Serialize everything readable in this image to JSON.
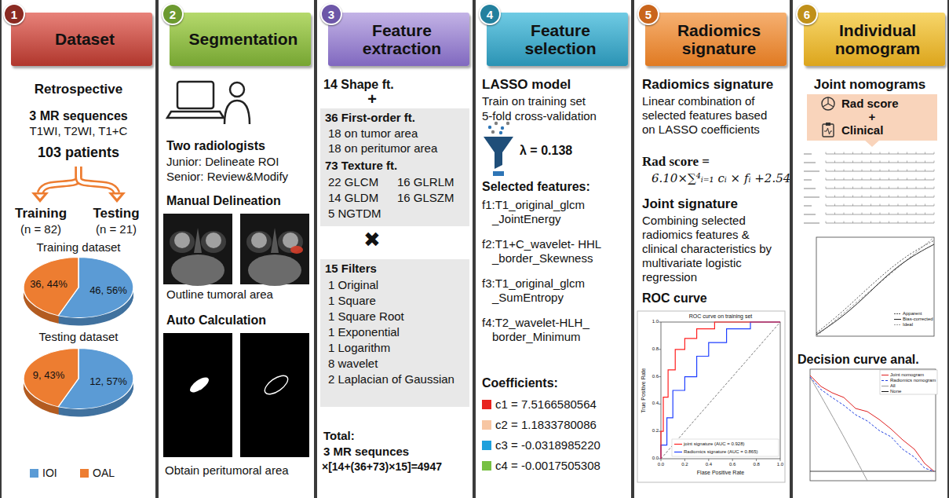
{
  "diagram": {
    "nodes": [
      {
        "text": [
          "1"
        ]
      },
      {
        "text": [
          "Dataset"
        ]
      },
      {
        "text": [
          "2"
        ]
      },
      {
        "text": [
          "Segmentation"
        ]
      },
      {
        "text": [
          "3"
        ]
      },
      {
        "text": [
          "Feature extraction"
        ]
      },
      {
        "text": [
          "4"
        ]
      },
      {
        "text": [
          "Feature selection"
        ]
      },
      {
        "text": [
          "5"
        ]
      },
      {
        "text": [
          "Radiomics signature"
        ]
      },
      {
        "text": [
          "6"
        ]
      },
      {
        "text": [
          "Individual nomogram"
        ]
      },
      {
        "text": [
          "36 First-order ft.",
          "18 on tumor area",
          "18 on peritumor area",
          "73 Texture ft.",
          "22 GLCM",
          "16 GLRLM",
          "14 GLDM",
          "16 GLSZM",
          "5 NGTDM"
        ]
      },
      {
        "text": [
          "15 Filters",
          "1 Original",
          "1 Square",
          "1 Square Root",
          "1 Exponential",
          "1 Logarithm",
          "8 wavelet",
          "2 Laplacian of Gaussian"
        ]
      },
      {
        "text": [
          "Rad score",
          "+",
          "Clinical"
        ]
      }
    ],
    "labels": [
      "Retrospective",
      "3 MR sequences",
      "T1WI, T2WI, T1+C",
      "103 patients",
      "Training",
      "(n = 82)",
      "Testing",
      "(n = 21)",
      "Training dataset",
      "36, 44%",
      "46, 56%",
      "Testing dataset",
      "9, 43%",
      "12, 57%",
      "Two radiologists",
      "Junior: Delineate ROI",
      "Senior: Review&Modify",
      "Manual Delineation",
      "Outline tumoral area",
      "Auto Calculation",
      "Obtain peritumoral area",
      "14 Shape ft.",
      "+",
      "✖",
      "Total:",
      "3 MR sequnces",
      "×[14+(36+73)×15]=4947",
      "LASSO model",
      "Train on training set",
      "5-fold cross-validation",
      "λ = 0.138",
      "Selected features:",
      "f1:T1_original_glcm _JointEnergy",
      "f2:T1+C_wavelet- HHL _border_Skewness",
      "f3:T1_original_glcm _SumEntropy",
      "f4:T2_wavelet-HLH_ border_Minimum",
      "Coefficients:",
      "Radiomics signature",
      "Linear combination of selected features based on LASSO coefficients",
      "Rad score =",
      "6.10×∑⁴ᵢ₌₁ cᵢ × fᵢ +2.54",
      "Joint signature",
      "Combining selected radiomics features & clinical characteristics by multivariate logistic regression",
      "ROC curve",
      "ROC curve on training set",
      "True Positive Rate",
      "Flase Positive Rate",
      "joint signature (AUC = 0.928)",
      "Radiomics signature (AUC = 0.865)",
      "0.0",
      "0.2",
      "0.4",
      "0.6",
      "0.8",
      "1.0",
      "0.0",
      "0.2",
      "0.4",
      "0.6",
      "0.8",
      "1.0",
      "Joint nomograms",
      "Apparent",
      "Bias-corrected",
      "Ideal",
      "Decision curve anal.",
      "Joint nomogram",
      "Radiomics nomogram",
      "All",
      "None"
    ],
    "legend": [
      {
        "text": "IOI",
        "color": "#5b9bd5"
      },
      {
        "text": "OAL",
        "color": "#ed7d31"
      },
      {
        "text": "c1 = 7.5166580564",
        "color": "#e8231f"
      },
      {
        "text": "c2 = 1.1833780086",
        "color": "#f7c6a3"
      },
      {
        "text": "c3 = -0.0318985220",
        "color": "#1ea0dc"
      },
      {
        "text": "c4 = -0.0017505308",
        "color": "#77c043"
      }
    ]
  }
}
